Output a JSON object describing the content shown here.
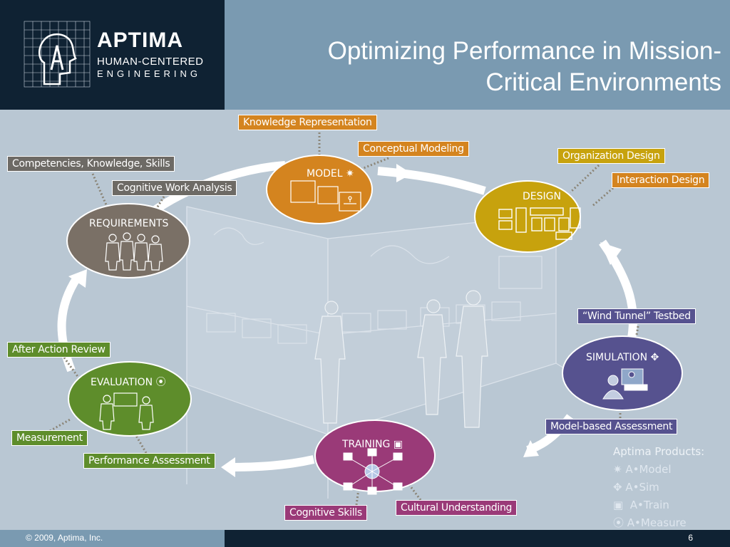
{
  "header": {
    "logo_name": "APTIMA",
    "logo_line1": "HUMAN-CENTERED",
    "logo_line2": "ENGINEERING",
    "title_line1": "Optimizing Performance in Mission-",
    "title_line2": "Critical Environments"
  },
  "nodes": {
    "model": "MODEL",
    "design": "DESIGN",
    "requirements": "REQUIREMENTS",
    "simulation": "SIMULATION",
    "evaluation": "EVALUATION",
    "training": "TRAINING"
  },
  "tags": {
    "knowledge_representation": "Knowledge Representation",
    "conceptual_modeling": "Conceptual Modeling",
    "organization_design": "Organization Design",
    "interaction_design": "Interaction Design",
    "competencies": "Competencies, Knowledge, Skills",
    "cognitive_work_analysis": "Cognitive Work Analysis",
    "wind_tunnel": "“Wind Tunnel”  Testbed",
    "model_based_assessment": "Model-based Assessment",
    "after_action_review": "After Action Review",
    "measurement": "Measurement",
    "performance_assessment": "Performance Assessment",
    "cognitive_skills": "Cognitive Skills",
    "cultural_understanding": "Cultural Understanding"
  },
  "products": {
    "heading": "Aptima Products:",
    "items": [
      "A•Model",
      "A•Sim",
      "A•Train",
      "A•Measure"
    ]
  },
  "footer": {
    "copyright": "© 2009, Aptima, Inc.",
    "page": "6"
  },
  "colors": {
    "header_dark": "#0f2233",
    "header_blue": "#7a9ab1",
    "background": "#b9c7d3",
    "model": "#d4841f",
    "design": "#c7a20d",
    "requirements": "#7a7066",
    "simulation": "#56528f",
    "evaluation": "#5e8d2b",
    "training": "#9a3a78"
  }
}
